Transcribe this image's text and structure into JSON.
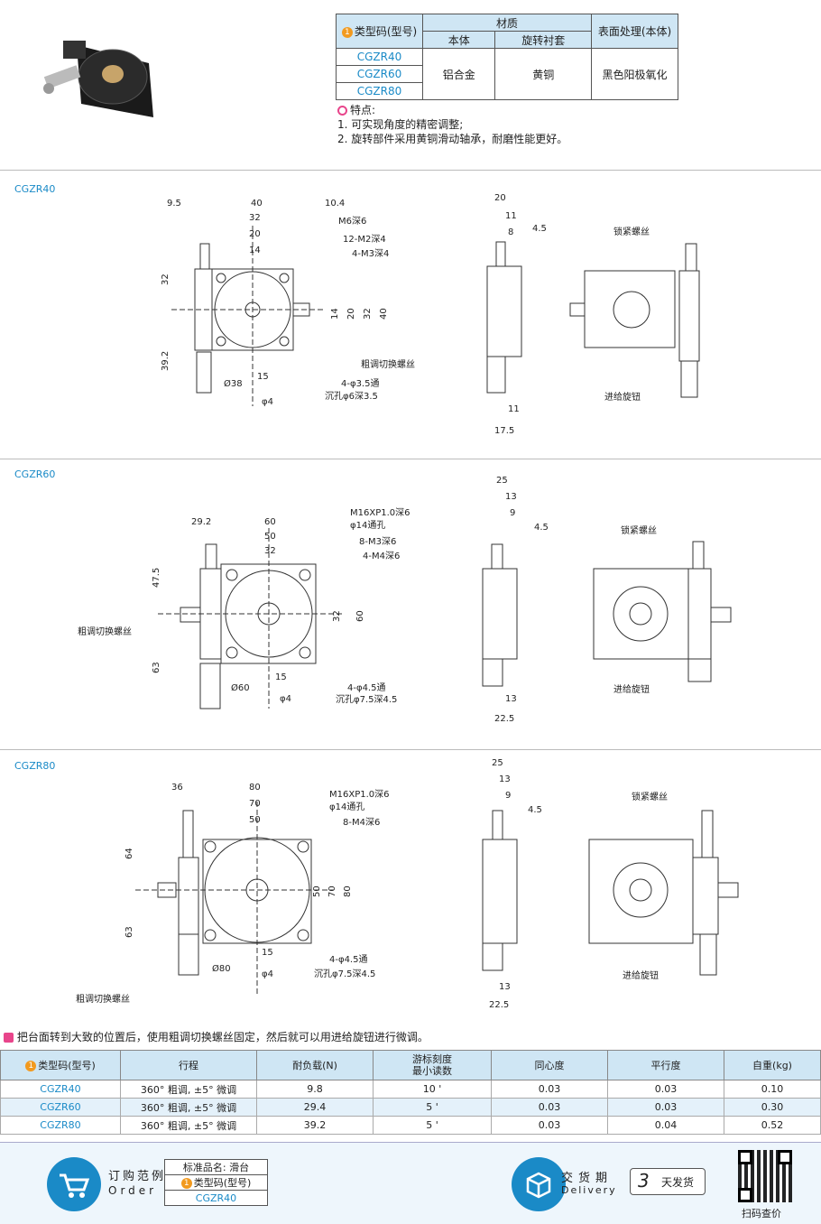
{
  "material_table": {
    "h_type": "类型码(型号)",
    "h_material": "材质",
    "h_body": "本体",
    "h_sleeve": "旋转衬套",
    "h_surface": "表面处理(本体)",
    "types": [
      "CGZR40",
      "CGZR60",
      "CGZR80"
    ],
    "body": "铝合金",
    "sleeve": "黄铜",
    "surface": "黑色阳极氧化"
  },
  "features": {
    "title": "特点:",
    "items": [
      "1. 可实现角度的精密调整;",
      "2. 旋转部件采用黄铜滑动轴承，耐磨性能更好。"
    ]
  },
  "drawings": {
    "cgzr40": {
      "label": "CGZR40",
      "dims": [
        "9.5",
        "40",
        "10.4",
        "32",
        "20",
        "14",
        "32",
        "39.2",
        "14",
        "20",
        "32",
        "40",
        "Ø38",
        "15",
        "φ4"
      ],
      "notes": [
        "M6深6",
        "12-M2深4",
        "4-M3深4",
        "粗调切换螺丝",
        "4-φ3.5通",
        "沉孔φ6深3.5"
      ],
      "side_dims": [
        "20",
        "11",
        "8",
        "4.5",
        "11",
        "17.5"
      ],
      "back_notes": [
        "锁紧螺丝",
        "进给旋钮"
      ]
    },
    "cgzr60": {
      "label": "CGZR60",
      "dims": [
        "29.2",
        "60",
        "50",
        "32",
        "47.5",
        "63",
        "32",
        "60",
        "Ø60",
        "15",
        "φ4"
      ],
      "notes": [
        "M16XP1.0深6",
        "φ14通孔",
        "8-M3深6",
        "4-M4深6",
        "粗调切换螺丝",
        "4-φ4.5通",
        "沉孔φ7.5深4.5"
      ],
      "side_dims": [
        "25",
        "13",
        "9",
        "4.5",
        "13",
        "22.5"
      ],
      "back_notes": [
        "锁紧螺丝",
        "进给旋钮"
      ]
    },
    "cgzr80": {
      "label": "CGZR80",
      "dims": [
        "36",
        "80",
        "70",
        "50",
        "64",
        "63",
        "50",
        "70",
        "80",
        "Ø80",
        "15",
        "φ4"
      ],
      "notes": [
        "M16XP1.0深6",
        "φ14通孔",
        "8-M4深6",
        "4-φ4.5通",
        "沉孔φ7.5深4.5",
        "粗调切换螺丝"
      ],
      "side_dims": [
        "25",
        "13",
        "9",
        "4.5",
        "13",
        "22.5"
      ],
      "back_notes": [
        "锁紧螺丝",
        "进给旋钮"
      ]
    }
  },
  "note": "把台面转到大致的位置后，使用粗调切换螺丝固定，然后就可以用进给旋钮进行微调。",
  "spec_table": {
    "headers": [
      "类型码(型号)",
      "行程",
      "耐负载(N)",
      "游标刻度\n最小读数",
      "同心度",
      "平行度",
      "自重(kg)"
    ],
    "rows": [
      [
        "CGZR40",
        "360° 粗调, ±5° 微调",
        "9.8",
        "10 '",
        "0.03",
        "0.03",
        "0.10"
      ],
      [
        "CGZR60",
        "360° 粗调, ±5° 微调",
        "29.4",
        "5 '",
        "0.03",
        "0.03",
        "0.30"
      ],
      [
        "CGZR80",
        "360° 粗调, ±5° 微调",
        "39.2",
        "5 '",
        "0.03",
        "0.04",
        "0.52"
      ]
    ]
  },
  "order": {
    "title": "订购范例",
    "title_en": "Order",
    "std_name_label": "标准品名: 滑台",
    "type_label": "类型码(型号)",
    "type_value": "CGZR40",
    "delivery": "交货期",
    "delivery_en": "Delivery",
    "days": "3",
    "days_label": "天发货",
    "qr_label": "扫码查价"
  },
  "colors": {
    "accent": "#1a8ac7",
    "header_bg": "#cfe6f4",
    "badge": "#f29a1f"
  }
}
